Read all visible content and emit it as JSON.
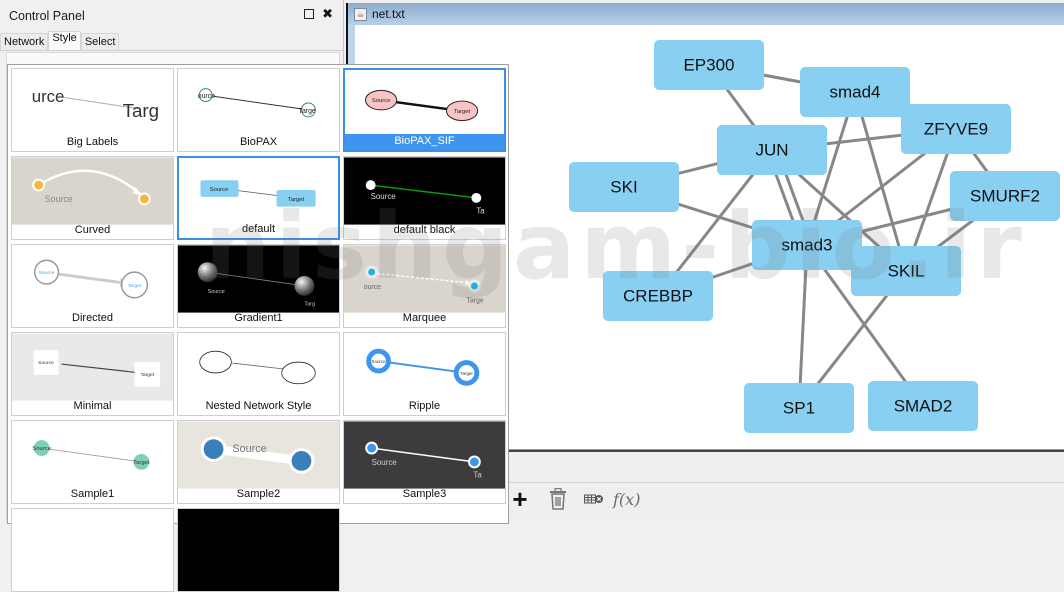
{
  "control_panel": {
    "title": "Control Panel",
    "tabs": [
      {
        "label": "Network",
        "active": false
      },
      {
        "label": "Style",
        "active": true
      },
      {
        "label": "Select",
        "active": false
      }
    ],
    "icons": {
      "restore": "restore-window-icon",
      "close": "close-icon"
    }
  },
  "style_picker": {
    "selected": "BioPAX_SIF",
    "focused": "default",
    "styles": [
      {
        "label": "Big Labels",
        "source": "urce",
        "target": "Targ"
      },
      {
        "label": "BioPAX",
        "source": "ource",
        "target": "Targe"
      },
      {
        "label": "BioPAX_SIF",
        "source": "Source",
        "target": "Target"
      },
      {
        "label": "Curved",
        "source": "Source",
        "target": ""
      },
      {
        "label": "default",
        "source": "Source",
        "target": "Target"
      },
      {
        "label": "default black",
        "source": "Source",
        "target": "Ta"
      },
      {
        "label": "Directed",
        "source": "Source",
        "target": "Target"
      },
      {
        "label": "Gradient1",
        "source": "Source",
        "target": "Targ"
      },
      {
        "label": "Marquee",
        "source": "ource",
        "target": "Targe"
      },
      {
        "label": "Minimal",
        "source": "Source",
        "target": "Target"
      },
      {
        "label": "Nested Network Style",
        "source": "",
        "target": ""
      },
      {
        "label": "Ripple",
        "source": "Source",
        "target": "Target"
      },
      {
        "label": "Sample1",
        "source": "Source",
        "target": "Target"
      },
      {
        "label": "Sample2",
        "source": "Source",
        "target": ""
      },
      {
        "label": "Sample3",
        "source": "Source",
        "target": "Ta"
      }
    ]
  },
  "network_window": {
    "title": "net.txt",
    "title_icon": "java-app-icon",
    "node_color": "#88cff2",
    "edge_color": "#878787",
    "nodes": [
      {
        "id": "EP300",
        "label": "EP300"
      },
      {
        "id": "smad4",
        "label": "smad4"
      },
      {
        "id": "ZFYVE9",
        "label": "ZFYVE9"
      },
      {
        "id": "JUN",
        "label": "JUN"
      },
      {
        "id": "SKI",
        "label": "SKI"
      },
      {
        "id": "SMURF2",
        "label": "SMURF2"
      },
      {
        "id": "smad3",
        "label": "smad3"
      },
      {
        "id": "SKIL",
        "label": "SKIL"
      },
      {
        "id": "CREBBP",
        "label": "CREBBP"
      },
      {
        "id": "SP1",
        "label": "SP1"
      },
      {
        "id": "SMAD2",
        "label": "SMAD2"
      }
    ],
    "edges": [
      [
        "EP300",
        "smad4"
      ],
      [
        "EP300",
        "JUN"
      ],
      [
        "JUN",
        "SKI"
      ],
      [
        "JUN",
        "ZFYVE9"
      ],
      [
        "JUN",
        "smad3"
      ],
      [
        "JUN",
        "SKIL"
      ],
      [
        "JUN",
        "CREBBP"
      ],
      [
        "smad4",
        "smad3"
      ],
      [
        "smad4",
        "SKIL"
      ],
      [
        "smad4",
        "ZFYVE9"
      ],
      [
        "ZFYVE9",
        "smad3"
      ],
      [
        "ZFYVE9",
        "SKIL"
      ],
      [
        "ZFYVE9",
        "SMURF2"
      ],
      [
        "SMURF2",
        "smad3"
      ],
      [
        "SMURF2",
        "SKIL"
      ],
      [
        "SKI",
        "smad3"
      ],
      [
        "CREBBP",
        "smad3"
      ],
      [
        "smad3",
        "SP1"
      ],
      [
        "smad3",
        "SMAD2"
      ],
      [
        "SKIL",
        "SP1"
      ]
    ]
  },
  "table_toolbar": {
    "buttons": [
      {
        "name": "add-icon",
        "label": "+"
      },
      {
        "name": "trash-icon",
        "label": ""
      },
      {
        "name": "delete-table-icon",
        "label": ""
      },
      {
        "name": "function-icon",
        "label": "f(x)"
      }
    ]
  },
  "watermark": "nishgam-bio.ir"
}
